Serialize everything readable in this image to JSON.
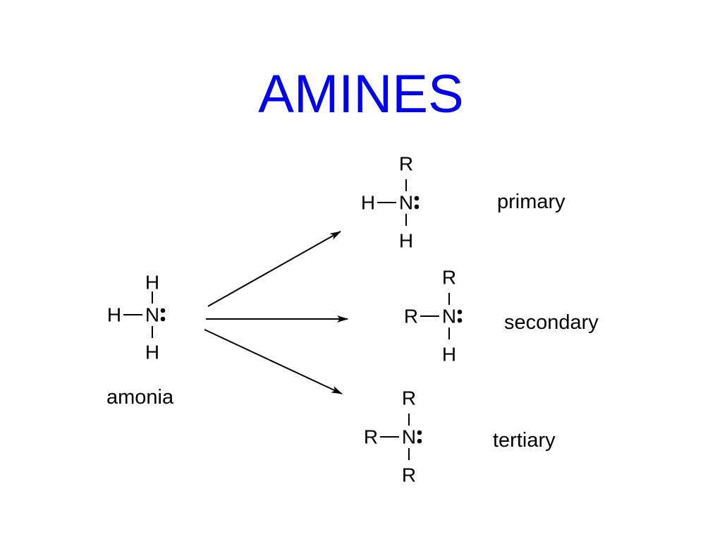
{
  "title": "AMINES",
  "colors": {
    "title": "#0000ee",
    "ink": "#000000"
  },
  "ammonia": {
    "label": "amonia",
    "structure": {
      "center": "N",
      "top": "H",
      "left": "H",
      "bottom": "H"
    }
  },
  "amines": [
    {
      "key": "primary",
      "label": "primary",
      "structure": {
        "center": "N",
        "top": "R",
        "left": "H",
        "bottom": "H"
      }
    },
    {
      "key": "secondary",
      "label": "secondary",
      "structure": {
        "center": "N",
        "top": "R",
        "left": "R",
        "bottom": "H"
      }
    },
    {
      "key": "tertiary",
      "label": "tertiary",
      "structure": {
        "center": "N",
        "top": "R",
        "left": "R",
        "bottom": "R"
      }
    }
  ]
}
